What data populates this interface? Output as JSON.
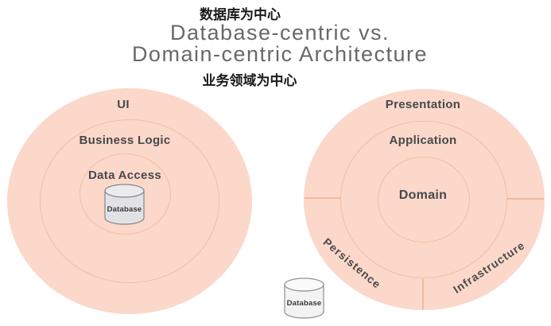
{
  "header": {
    "caption_database_centric": "数据库为中心",
    "title_line1": "Database-centric vs.",
    "title_line2": "Domain-centric Architecture",
    "caption_domain_centric": "业务领域为中心"
  },
  "database_centric": {
    "layers": [
      "UI",
      "Business Logic",
      "Data Access"
    ],
    "database_label": "Database"
  },
  "domain_centric": {
    "layers": [
      "Presentation",
      "Application",
      "Domain"
    ],
    "outer_segments": [
      "Persistence",
      "Infrastructure"
    ],
    "database_label": "Database"
  },
  "colors": {
    "ring_fill": "#fbd8ca",
    "ring_border": "#f3bda2",
    "segment_divider": "#f0b89e",
    "layer_text": "#48484a",
    "title_text": "#686868",
    "caption_text": "#1a1a1a",
    "cylinder_fill": "#e2e2e4",
    "cylinder_stroke": "#85858a"
  }
}
